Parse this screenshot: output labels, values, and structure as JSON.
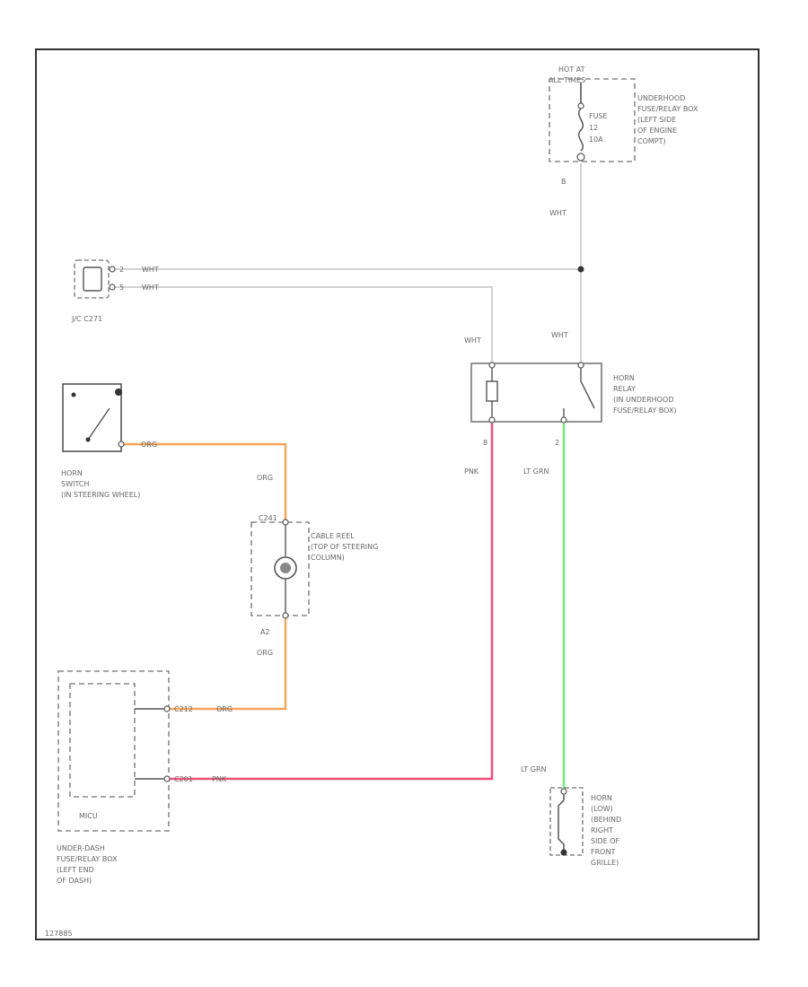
{
  "colors": {
    "frame": "#333333",
    "wire_wht": "#d2d2d2",
    "wire_org": "#f5a55a",
    "wire_pnk": "#f0507a",
    "wire_lt_grn": "#7be87b"
  },
  "hot_at": {
    "line1": "HOT AT",
    "line2": "ALL TIMES"
  },
  "fuse": {
    "line1": "FUSE",
    "line2": "12",
    "line3": "10A"
  },
  "underhood_box": {
    "line1": "UNDERHOOD",
    "line2": "FUSE/RELAY BOX",
    "line3": "(LEFT SIDE",
    "line4": "OF ENGINE",
    "line5": "COMPT)"
  },
  "junction": {
    "label": "J/C C271",
    "pin_top": "2",
    "pin_bottom": "5"
  },
  "horn_relay": {
    "line1": "HORN",
    "line2": "RELAY",
    "line3": "(IN UNDERHOOD",
    "line4": "FUSE/RELAY BOX)",
    "pin_left": "8",
    "pin_right": "2"
  },
  "horn_switch": {
    "line1": "HORN",
    "line2": "SWITCH",
    "line3": "(IN STEERING WHEEL)"
  },
  "cable_reel": {
    "line1": "CABLE REEL",
    "line2": "(TOP OF STEERING",
    "line3": "COLUMN)",
    "conn_top": "C241",
    "conn_bottom": "A2"
  },
  "underdash_box": {
    "line1": "UNDER-DASH",
    "line2": "FUSE/RELAY BOX",
    "line3": "(LEFT END",
    "line4": "OF DASH)",
    "inner": "MICU",
    "conn_org": "C212",
    "conn_pnk": "C201"
  },
  "horn_low": {
    "line1": "HORN",
    "line2": "(LOW)",
    "line3": "(BEHIND",
    "line4": "RIGHT",
    "line5": "SIDE OF",
    "line6": "FRONT",
    "line7": "GRILLE)"
  },
  "wires": {
    "fuse_pin": "B",
    "wht": "WHT",
    "org": "ORG",
    "pnk": "PNK",
    "lt_grn": "LT GRN"
  },
  "footer": "127885"
}
